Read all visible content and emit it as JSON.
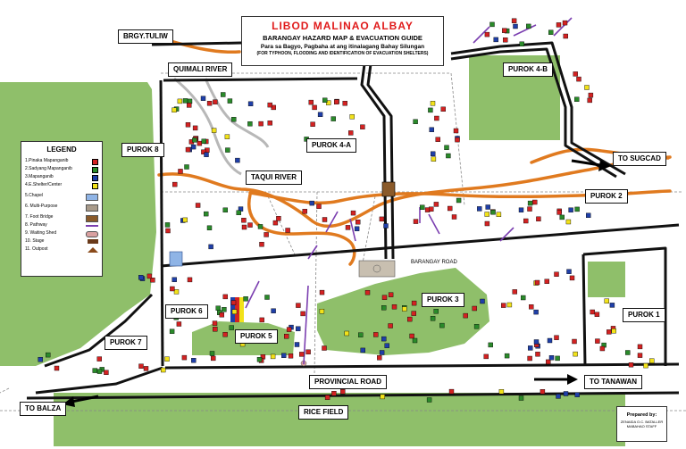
{
  "title": {
    "main": "LIBOD MALINAO ALBAY",
    "guide": "BARANGAY HAZARD MAP & EVACUATION GUIDE",
    "local": "Para sa Bagyo, Pagbaha at ang itinalagang Bahay Silungan",
    "english": "(FOR TYPHOON, FLOODING AND IDENTIFICATION OF EVACUATION SHELTERS)"
  },
  "labels": {
    "brgy_tuliw": "BRGY.TULIW",
    "quimali_river": "QUIMALI RIVER",
    "purok_8": "PUROK 8",
    "purok_4a": "PUROK 4-A",
    "purok_4b": "PUROK 4-B",
    "taqui_river": "TAQUI RIVER",
    "to_sugcad": "TO SUGCAD",
    "purok_2": "PUROK 2",
    "barangay_road": "BARANGAY ROAD",
    "purok_6": "PUROK 6",
    "purok_3": "PUROK 3",
    "purok_1": "PUROK 1",
    "purok_5": "PUROK 5",
    "purok_7": "PUROK 7",
    "provincial_road": "PROVINCIAL ROAD",
    "to_tanawan": "TO TANAWAN",
    "to_balza": "TO BALZA",
    "rice_field": "RICE FIELD"
  },
  "legend": {
    "title": "LEGEND",
    "items": [
      {
        "label": "1.Pinaka Mapanganib",
        "color": "#d32222",
        "shape": "square"
      },
      {
        "label": "2.Sadyang Mapanganib",
        "color": "#2a8a2a",
        "shape": "square"
      },
      {
        "label": "3.Mapanganib",
        "color": "#1f3fa8",
        "shape": "square"
      },
      {
        "label": "4.E.Shelter/Center",
        "color": "#f2e21a",
        "shape": "square"
      },
      {
        "label": "5.Chapel",
        "color": "#8fb4e6",
        "shape": "chapel"
      },
      {
        "label": "6. Multi-Purpose",
        "color": "#a89a8a",
        "shape": "multi-purpose"
      },
      {
        "label": "7. Foot Bridge",
        "color": "#8a5a2a",
        "shape": "foot-bridge"
      },
      {
        "label": "8. Pathway",
        "color": "#7b3fb0",
        "shape": "pathway"
      },
      {
        "label": "9. Waiting Shed",
        "color": "#d9a0a0",
        "shape": "waiting-shed"
      },
      {
        "label": "10. Stage",
        "color": "#6a3a1a",
        "shape": "stage"
      },
      {
        "label": "11. Outpost",
        "color": "#8a4a1a",
        "shape": "outpost"
      }
    ]
  },
  "prepared_by": {
    "label": "Prepared by:",
    "name": "ZENAIDA O.C. BATALLER MABAHAO STAFF"
  },
  "colors": {
    "river": "#e07a1f",
    "road": "#111111",
    "green_area": "#8fbf6a",
    "pathway": "#7b3fb0",
    "boundary": "#888888"
  }
}
